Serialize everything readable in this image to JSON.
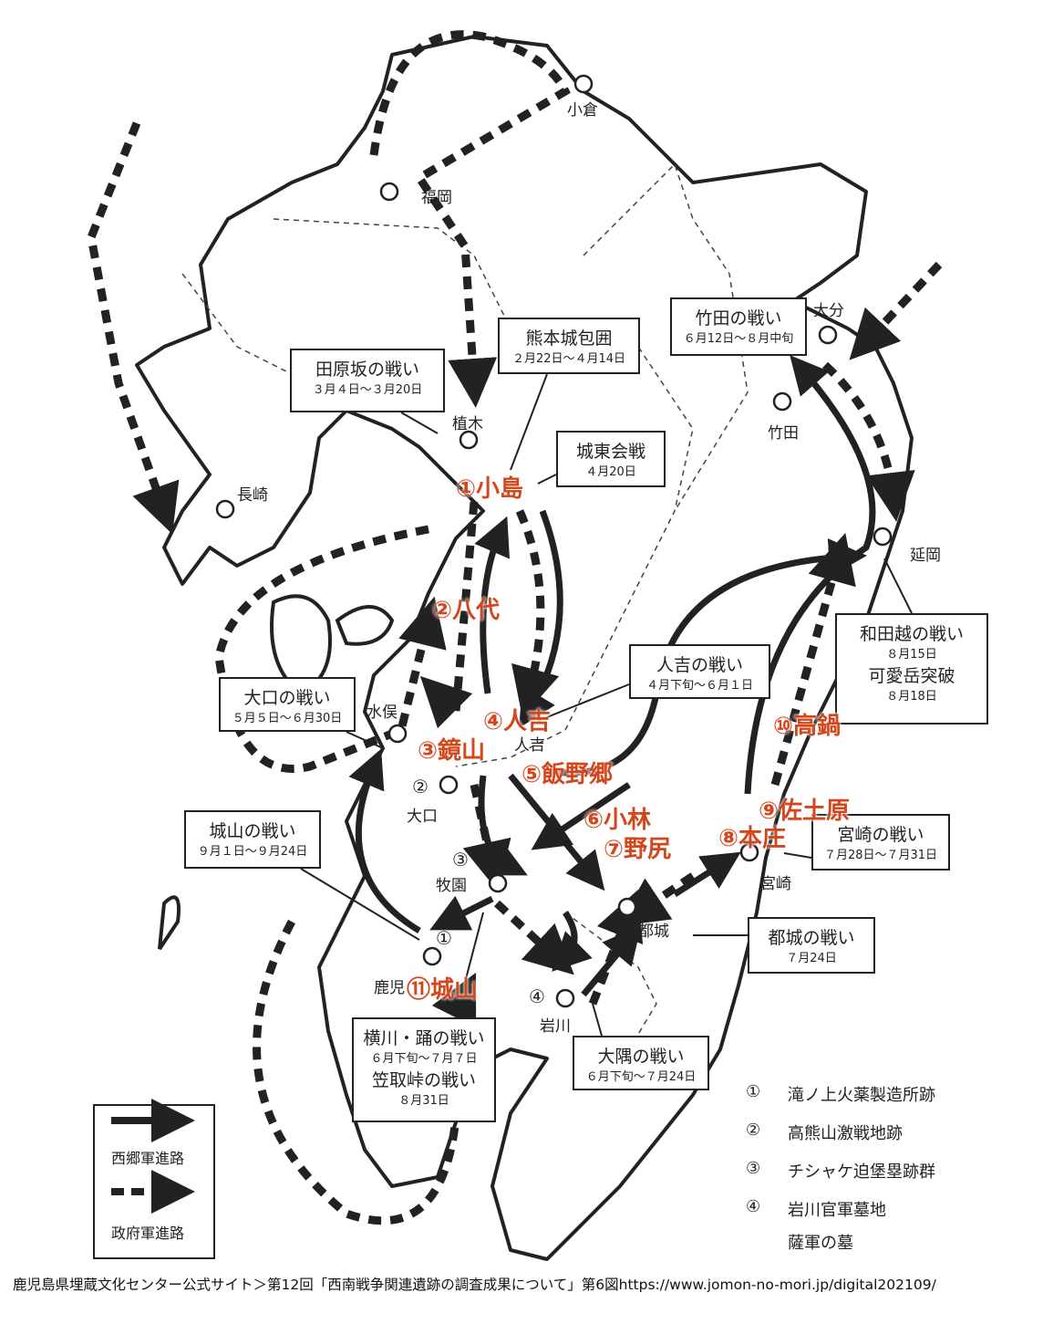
{
  "colors": {
    "battle": "#d4461c",
    "line": "#222222"
  },
  "places": [
    "小倉",
    "福岡",
    "長崎",
    "植木",
    "竹田",
    "大分",
    "延岡",
    "水俣",
    "人吉",
    "大口",
    "牧園",
    "都城",
    "宮崎",
    "岩川",
    "鹿児"
  ],
  "battles": [
    "①小島",
    "②八代",
    "③鏡山",
    "④人吉",
    "⑤飯野郷",
    "⑥小林",
    "⑦野尻",
    "⑧本庄",
    "⑨佐土原",
    "⑩高鍋",
    "⑪城山"
  ],
  "site_markers": [
    "①",
    "②",
    "③",
    "④"
  ],
  "callouts": [
    {
      "title": "田原坂の戦い",
      "date": "３月４日～３月20日"
    },
    {
      "title": "熊本城包囲",
      "date": "２月22日～４月14日"
    },
    {
      "title": "城東会戦",
      "date": "４月20日"
    },
    {
      "title": "竹田の戦い",
      "date": "６月12日～８月中旬"
    },
    {
      "title": "人吉の戦い",
      "date": "４月下旬～６月１日"
    },
    {
      "title": "和田越の戦い",
      "date": "８月15日",
      "title2": "可愛岳突破",
      "date2": "８月18日"
    },
    {
      "title": "大口の戦い",
      "date": "５月５日～６月30日"
    },
    {
      "title": "城山の戦い",
      "date": "９月１日～９月24日"
    },
    {
      "title": "宮崎の戦い",
      "date": "７月28日～７月31日"
    },
    {
      "title": "都城の戦い",
      "date": "７月24日"
    },
    {
      "title": "横川・踊の戦い",
      "date": "６月下旬～７月７日",
      "title2": "笠取峠の戦い",
      "date2": "８月31日"
    },
    {
      "title": "大隅の戦い",
      "date": "６月下旬～７月24日"
    }
  ],
  "legend": {
    "saigo": "西郷軍進路",
    "government": "政府軍進路"
  },
  "sites": [
    {
      "num": "①",
      "name": "滝ノ上火薬製造所跡"
    },
    {
      "num": "②",
      "name": "高熊山激戦地跡"
    },
    {
      "num": "③",
      "name": "チシャケ迫堡塁跡群"
    },
    {
      "num": "④",
      "name": "岩川官軍墓地"
    },
    {
      "num": "",
      "name": "薩軍の墓"
    }
  ],
  "source": "鹿児島県埋蔵文化センター公式サイト＞第12回「西南戦争関連遺跡の調査成果について」第6図https://www.jomon-no-mori.jp/digital202109/"
}
